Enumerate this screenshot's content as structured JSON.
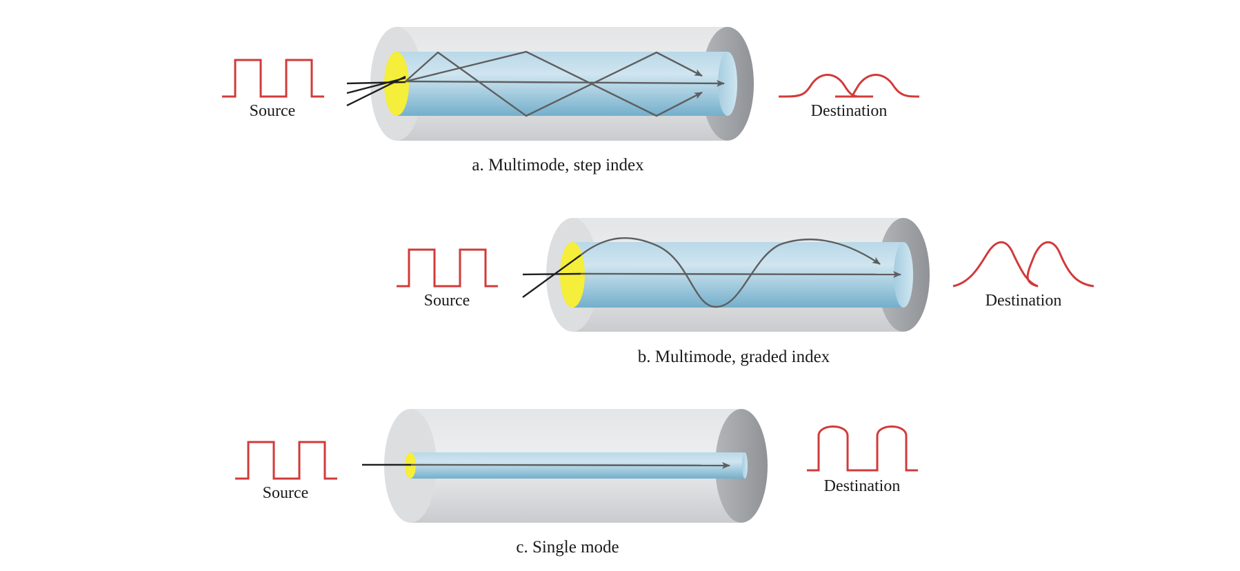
{
  "colors": {
    "signal": "#d13a3a",
    "core": "#7fb6d1",
    "core_highlight": "#c6e0ee",
    "cladding": "#d9dbde",
    "cladding_end": "#9fa2a6",
    "core_face": "#f5ee3a",
    "ray": "#5e5e5e"
  },
  "panels": [
    {
      "id": "a",
      "caption": "a. Multimode, step index",
      "source_label": "Source",
      "destination_label": "Destination",
      "propagation": "step-index zigzag",
      "output_pulse": "dispersed"
    },
    {
      "id": "b",
      "caption": "b. Multimode, graded index",
      "source_label": "Source",
      "destination_label": "Destination",
      "propagation": "graded-index curve",
      "output_pulse": "dispersed"
    },
    {
      "id": "c",
      "caption": "c. Single mode",
      "source_label": "Source",
      "destination_label": "Destination",
      "propagation": "single straight ray",
      "output_pulse": "preserved"
    }
  ]
}
